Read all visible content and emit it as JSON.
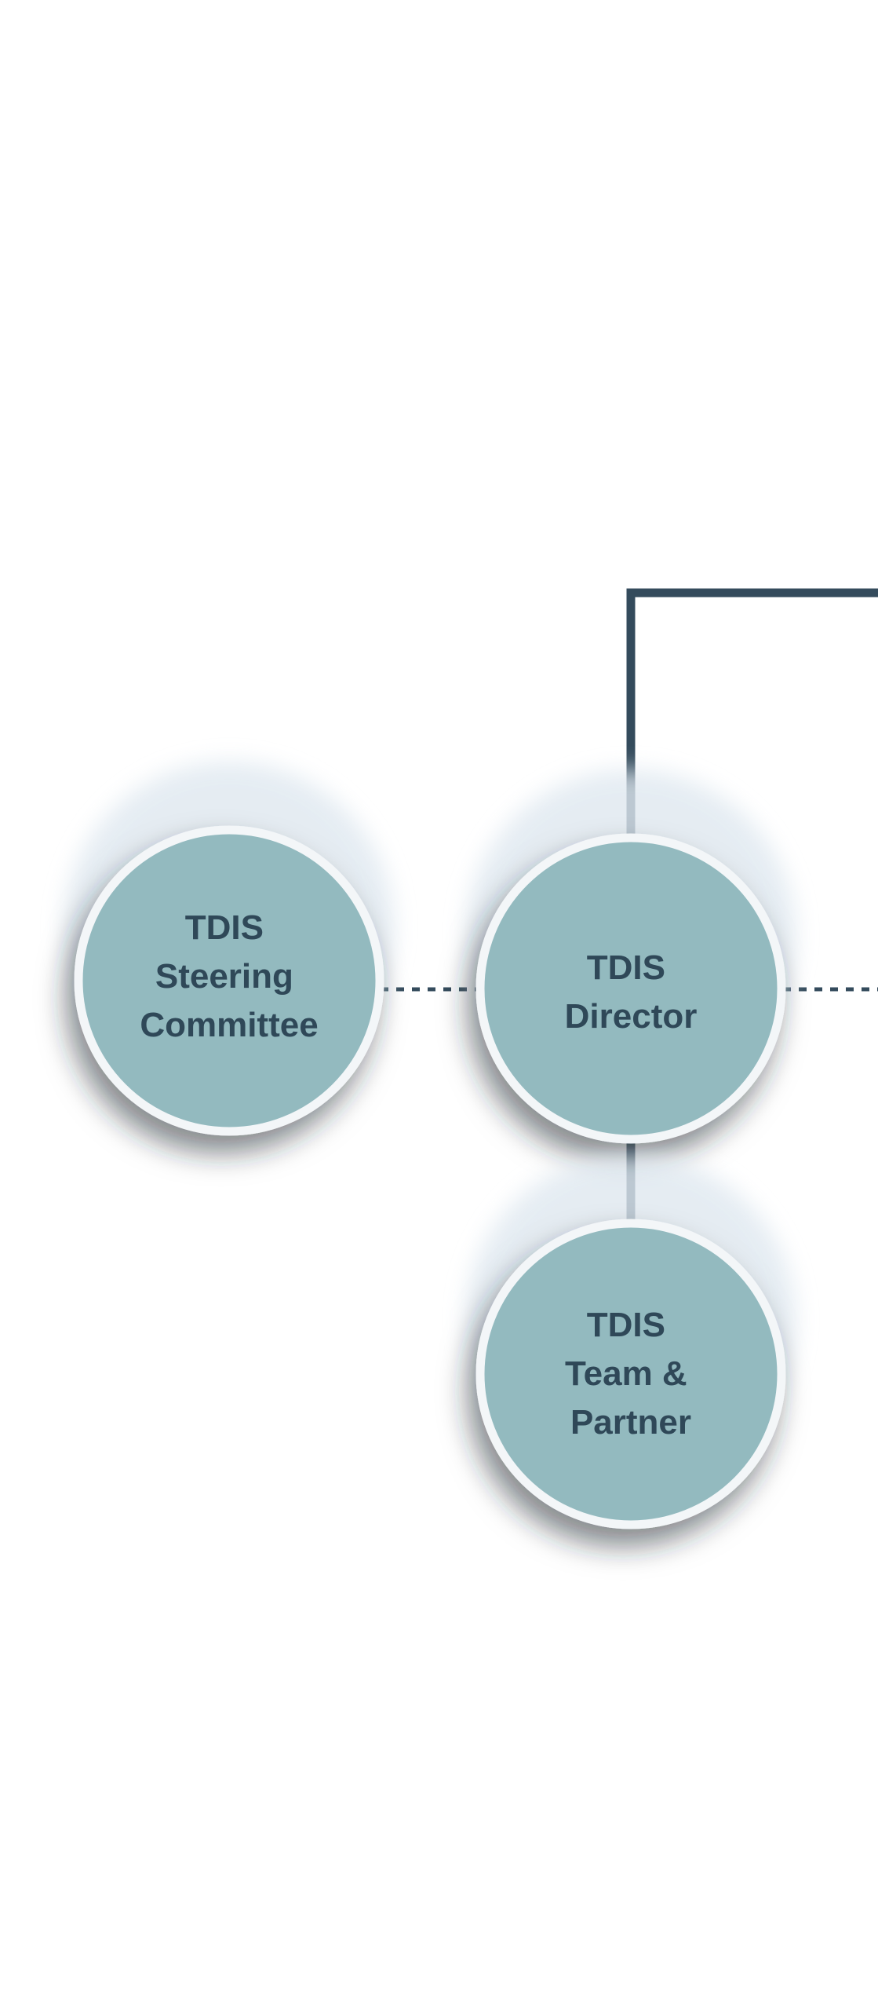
{
  "colors": {
    "node_fill": "#93babf",
    "node_border": "#f3f6f8",
    "line": "#344b5c",
    "text": "#2f4858",
    "background": "#ffffff"
  },
  "nodes": {
    "steering": {
      "lines": [
        "TDIS",
        "Steering",
        "Committee"
      ]
    },
    "director": {
      "lines": [
        "TDIS",
        "Director"
      ]
    },
    "team": {
      "lines": [
        "TDIS",
        "Team &",
        "Partner"
      ]
    }
  },
  "connections": [
    {
      "from": "steering",
      "to": "director",
      "style": "dotted"
    },
    {
      "from": "director",
      "to": "offscreen-right",
      "style": "dotted"
    },
    {
      "from": "director",
      "to": "team",
      "style": "solid"
    },
    {
      "from": "director",
      "to": "offscreen-top-right",
      "style": "solid"
    }
  ]
}
